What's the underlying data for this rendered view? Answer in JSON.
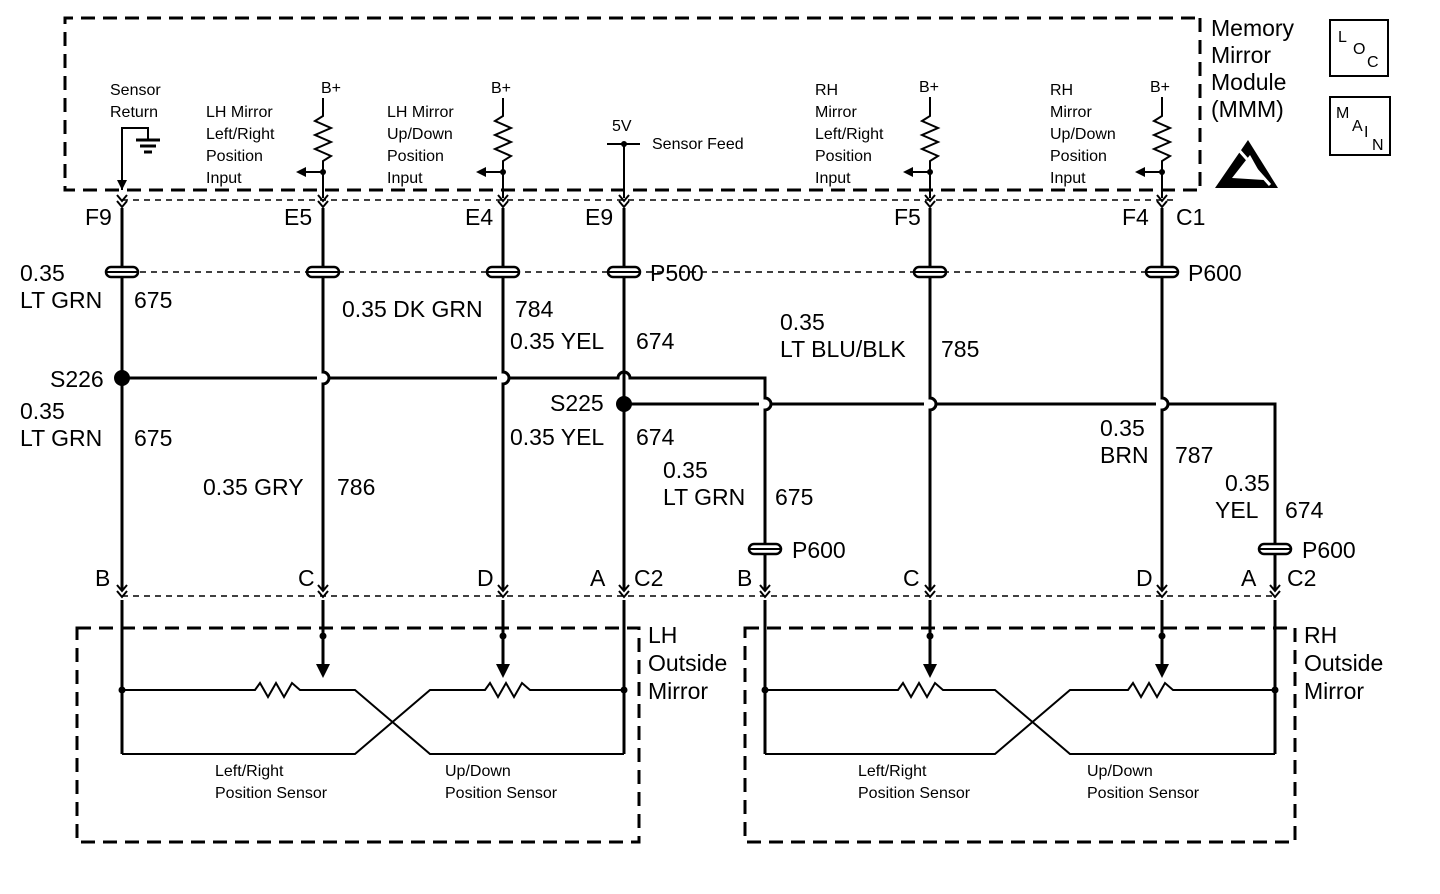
{
  "module": {
    "title_lines": [
      "Memory",
      "Mirror",
      "Module",
      "(MMM)"
    ],
    "loc_icon": [
      "L",
      "O",
      "C"
    ],
    "main_icon": [
      "M",
      "A",
      "I",
      "N"
    ],
    "esd_icon": "esd-warning-icon"
  },
  "inputs": {
    "sensor_return": [
      "Sensor",
      "Return"
    ],
    "lh_lr": [
      "LH Mirror",
      "Left/Right",
      "Position",
      "Input"
    ],
    "lh_ud": [
      "LH Mirror",
      "Up/Down",
      "Position",
      "Input"
    ],
    "sensor_feed_voltage": "5V",
    "sensor_feed": "Sensor Feed",
    "rh_lr": [
      "RH",
      "Mirror",
      "Left/Right",
      "Position",
      "Input"
    ],
    "rh_ud": [
      "RH",
      "Mirror",
      "Up/Down",
      "Position",
      "Input"
    ],
    "bplus": "B+"
  },
  "pins_top": {
    "f9": "F9",
    "e5": "E5",
    "e4": "E4",
    "e9": "E9",
    "f5": "F5",
    "f4": "F4",
    "c1": "C1"
  },
  "splices_top": {
    "p500": "P500",
    "p600": "P600"
  },
  "wires": {
    "w675_gauge": "0.35",
    "w675_color": "LT GRN",
    "w675_circuit": "675",
    "w784": "0.35 DK GRN",
    "w784_circuit": "784",
    "w674_top": "0.35 YEL",
    "w674_circuit": "674",
    "w785_gauge": "0.35",
    "w785": "LT BLU/BLK",
    "w785_circuit": "785",
    "s226": "S226",
    "w675b_gauge": "0.35",
    "w675b_color": "LT GRN",
    "w675b_circuit": "675",
    "s225": "S225",
    "w674b": "0.35 YEL",
    "w674b_circuit": "674",
    "w786": "0.35 GRY",
    "w786_circuit": "786",
    "w675c_gauge": "0.35",
    "w675c_color": "LT GRN",
    "w675c_circuit": "675",
    "w787_gauge": "0.35",
    "w787_color": "BRN",
    "w787_circuit": "787",
    "w674c_gauge": "0.35",
    "w674c_color": "YEL",
    "w674c_circuit": "674",
    "p600_left": "P600",
    "p600_right": "P600"
  },
  "bottom_pins": {
    "b": "B",
    "c": "C",
    "d": "D",
    "a": "A",
    "c2": "C2"
  },
  "lh_mirror": {
    "title": [
      "LH",
      "Outside",
      "Mirror"
    ],
    "lr_sensor": [
      "Left/Right",
      "Position Sensor"
    ],
    "ud_sensor": [
      "Up/Down",
      "Position Sensor"
    ]
  },
  "rh_mirror": {
    "title": [
      "RH",
      "Outside",
      "Mirror"
    ],
    "lr_sensor": [
      "Left/Right",
      "Position Sensor"
    ],
    "ud_sensor": [
      "Up/Down",
      "Position Sensor"
    ]
  }
}
